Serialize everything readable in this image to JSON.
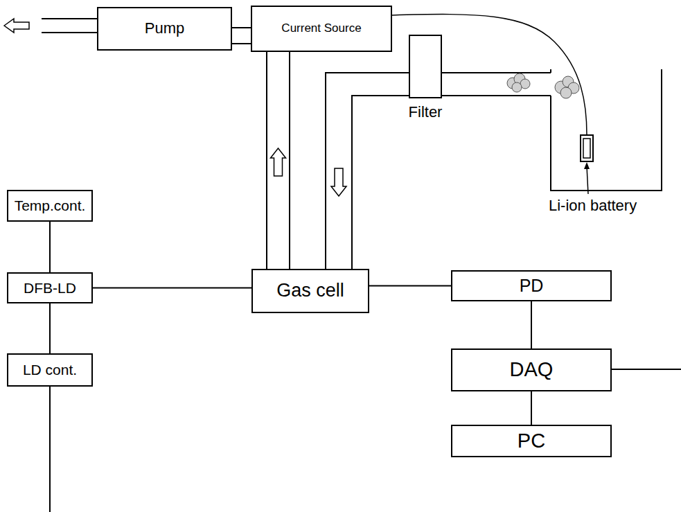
{
  "diagram": {
    "nodes": [
      {
        "text": [
          "Pump"
        ]
      },
      {
        "text": [
          "Current Source"
        ]
      },
      {
        "text": [
          "Filter"
        ]
      },
      {
        "text": [
          "Temp.cont."
        ]
      },
      {
        "text": [
          "DFB-LD"
        ]
      },
      {
        "text": [
          "Gas cell"
        ]
      },
      {
        "text": [
          "PD"
        ]
      },
      {
        "text": [
          "DAQ"
        ]
      },
      {
        "text": [
          "LD cont."
        ]
      },
      {
        "text": [
          "PC"
        ]
      }
    ],
    "edges": [
      {
        "from": 5,
        "to": 0,
        "arrow": "to"
      },
      {
        "from": 2,
        "to": 5,
        "arrow": "to"
      },
      {
        "from": 3,
        "to": 4,
        "arrow": "none"
      },
      {
        "from": 4,
        "to": 8,
        "arrow": "none"
      },
      {
        "from": 4,
        "to": 5,
        "arrow": "none"
      },
      {
        "from": 5,
        "to": 6,
        "arrow": "none"
      },
      {
        "from": 6,
        "to": 7,
        "arrow": "none"
      },
      {
        "from": 7,
        "to": 9,
        "arrow": "none"
      }
    ],
    "labels": [
      "Li-ion battery"
    ]
  }
}
